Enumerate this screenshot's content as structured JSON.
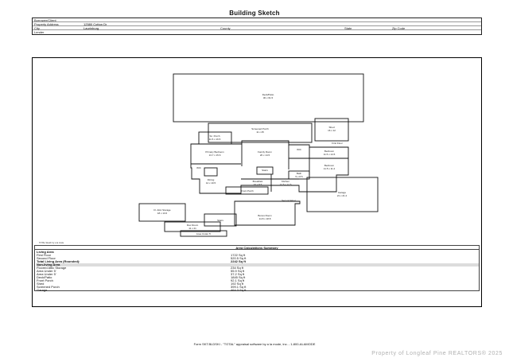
{
  "title": "Building Sketch",
  "header": {
    "borrower_label": "Borrower/Client",
    "address_label": "Property Address",
    "address_value": "12580 Cotton Dr",
    "city_label": "City",
    "city_value": "Laurinburg",
    "county_label": "County",
    "state_label": "State",
    "zip_label": "Zip Code",
    "lender_label": "Lender"
  },
  "rooms": {
    "deck": {
      "name": "Deck/Patio",
      "dims": "30 x 61.5"
    },
    "screened_porch": {
      "name": "Screened Porch",
      "dims": "11 x 25"
    },
    "sun_porch": {
      "name": "Sc. Porch",
      "dims": "11.5 x 16.5"
    },
    "shed": {
      "name": "Shed",
      "dims": "16 x 12"
    },
    "first_floor": "First Floor",
    "primary_bedroom": {
      "name": "Primary Bedroom",
      "dims": "13.7 x 15.6"
    },
    "family_room": {
      "name": "Family Room",
      "dims": "20 x 14.5"
    },
    "wic1": "WIC",
    "wic2": "WIC",
    "bedroom": {
      "name": "Bedroom",
      "dims": "11.5 x 14.5"
    },
    "bedroom2": {
      "name": "Bedroom",
      "dims": "11.5 x 11.2"
    },
    "bath": {
      "name": "Bath",
      "dims": "5 x 8.5"
    },
    "stairs": "Stairs",
    "dining": {
      "name": "Dining",
      "dims": "12 x 10.5"
    },
    "breakfast": {
      "name": "Breakfast",
      "dims": "10 x 8.5"
    },
    "kitchen": {
      "name": "Kitchen",
      "dims": "12.5 x 12.5"
    },
    "front_porch": "Front Porch",
    "garage": {
      "name": "Garage",
      "dims": "21 x 21.2"
    },
    "second_floor": "Second Floor",
    "attic_storage": {
      "name": "Fl. Attic Storage",
      "dims": "18 x 13.6"
    },
    "bonus_room": {
      "name": "Bonus Room",
      "dims": "14.8 x 18.8"
    },
    "stairs2": "Stairs",
    "flex_room": {
      "name": "Flex Room",
      "dims": "11 x 21"
    },
    "area_under": "Area Under 5'",
    "scale_note": "TOTAL Sketch by a la mode"
  },
  "area_calc": {
    "heading": "Area Calculations Summary",
    "living_heading": "Living Area",
    "living_rows": [
      {
        "label": "First Floor",
        "value": "1722 Sq ft"
      },
      {
        "label": "Second Floor",
        "value": "520.5 Sq ft"
      }
    ],
    "total_label": "Total Living Area (Rounded):",
    "total_value": "2242 Sq ft",
    "nonliving_heading": "Non-living Area",
    "nonliving_rows": [
      {
        "label": "Floored Attic Storage",
        "value": "234 Sq ft"
      },
      {
        "label": "Area Under 5'",
        "value": "55.9 Sq ft"
      },
      {
        "label": "Area Under 5'",
        "value": "37.2 Sq ft"
      },
      {
        "label": "Deck/Patio",
        "value": "1845 Sq ft"
      },
      {
        "label": "Front Porch",
        "value": "92.1 Sq ft"
      },
      {
        "label": "Shed",
        "value": "192 Sq ft"
      },
      {
        "label": "Screened Porch",
        "value": "399.1 Sq ft"
      },
      {
        "label": "Garage",
        "value": "464.3 Sq ft"
      }
    ]
  },
  "footer": "Form SKT.BLDSKI - \"TOTAL\" appraisal software by a la mode, inc. - 1-800-ALAMODE",
  "watermark": "Property of Longleaf Pine REALTORS® 2025"
}
